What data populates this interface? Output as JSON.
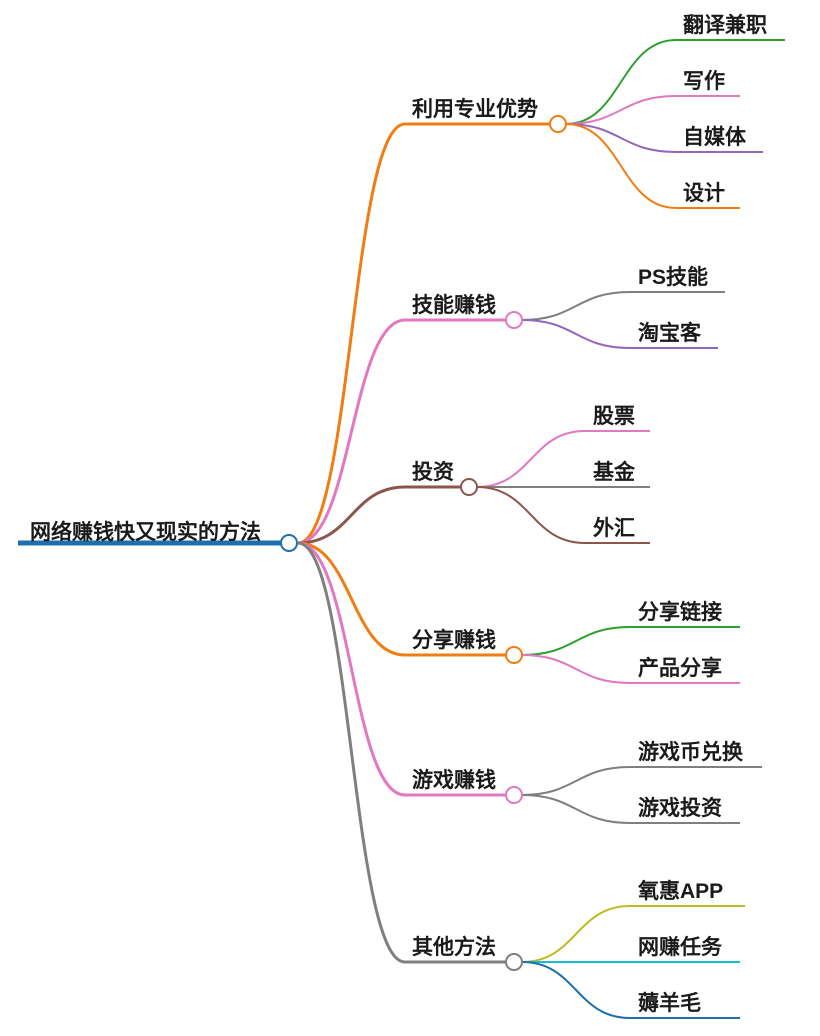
{
  "root": {
    "label": "网络赚钱快又现实的方法",
    "color": "#1f6fad"
  },
  "branches": [
    {
      "label": "利用专业优势",
      "color": "#f07c12",
      "children": [
        {
          "label": "翻译兼职",
          "color": "#2ea02e"
        },
        {
          "label": "写作",
          "color": "#e377c2"
        },
        {
          "label": "自媒体",
          "color": "#9467bd"
        },
        {
          "label": "设计",
          "color": "#f07c12"
        }
      ]
    },
    {
      "label": "技能赚钱",
      "color": "#e377c2",
      "children": [
        {
          "label": "PS技能",
          "color": "#7f7f7f"
        },
        {
          "label": "淘宝客",
          "color": "#9467bd"
        }
      ]
    },
    {
      "label": "投资",
      "color": "#8c564b",
      "children": [
        {
          "label": "股票",
          "color": "#e377c2"
        },
        {
          "label": "基金",
          "color": "#7f7f7f"
        },
        {
          "label": "外汇",
          "color": "#8c564b"
        }
      ]
    },
    {
      "label": "分享赚钱",
      "color": "#f07c12",
      "children": [
        {
          "label": "分享链接",
          "color": "#2ea02e"
        },
        {
          "label": "产品分享",
          "color": "#e377c2"
        }
      ]
    },
    {
      "label": "游戏赚钱",
      "color": "#e377c2",
      "children": [
        {
          "label": "游戏币兑换",
          "color": "#7f7f7f"
        },
        {
          "label": "游戏投资",
          "color": "#7f7f7f"
        }
      ]
    },
    {
      "label": "其他方法",
      "color": "#7f7f7f",
      "children": [
        {
          "label": "氧惠APP",
          "color": "#bcbd22"
        },
        {
          "label": "网赚任务",
          "color": "#17becf"
        },
        {
          "label": "薅羊毛",
          "color": "#1f6fad"
        }
      ]
    }
  ]
}
